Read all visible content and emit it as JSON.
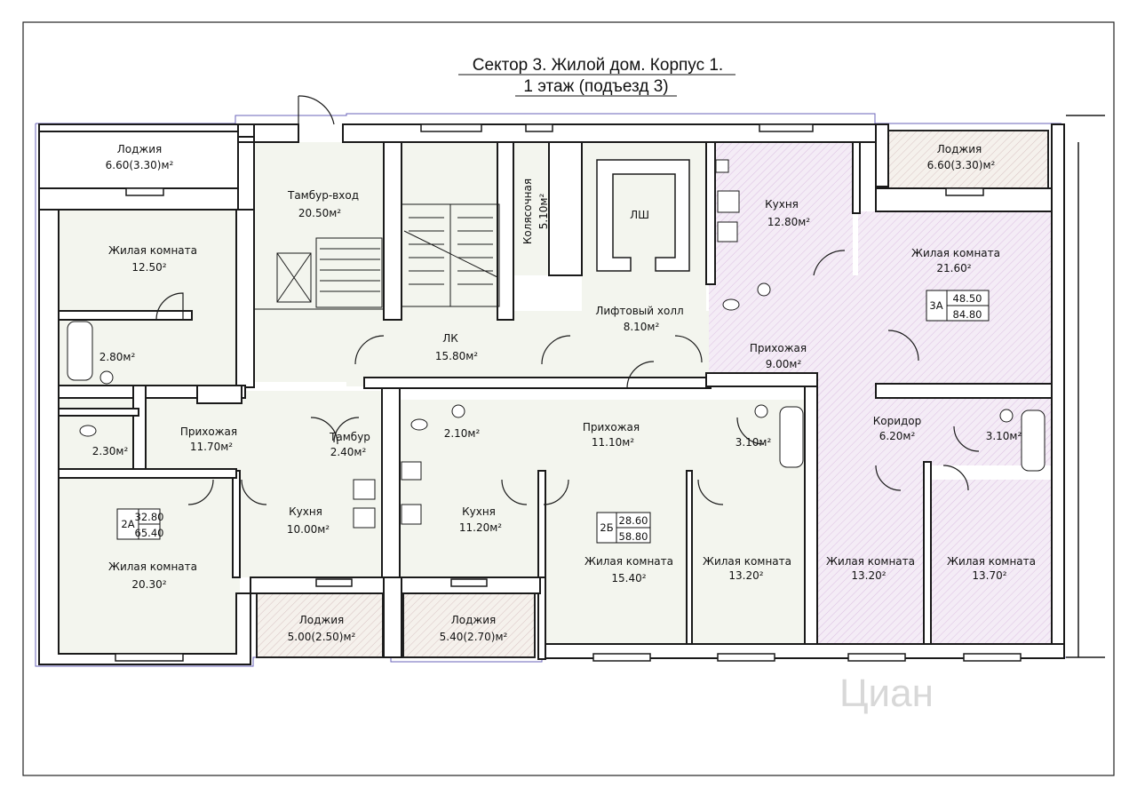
{
  "title": {
    "line1": "Сектор 3. Жилой дом. Корпус 1.",
    "line2": "1 этаж (подъезд 3)"
  },
  "watermark": "Циан",
  "colors": {
    "wall": "#1a1a1a",
    "apartment_fill": "#f3f5ee",
    "highlight_fill": "#f4ecf6",
    "highlight_hatch": "#d9b6df",
    "loggia_fill": "#f5f1ec",
    "loggia_hatch": "#d8c3c3",
    "window_frame": "#6a63b8"
  },
  "rooms": [
    {
      "name": "Лоджия",
      "area": "6.60(3.30)м²"
    },
    {
      "name": "Жилая комната",
      "area": "12.50²"
    },
    {
      "name": "",
      "area": "2.80м²"
    },
    {
      "name": "",
      "area": "2.30м²"
    },
    {
      "name": "Прихожая",
      "area": "11.70м²"
    },
    {
      "name": "Жилая комната",
      "area": "20.30²"
    },
    {
      "name": "Тамбур-вход",
      "area": "20.50м²"
    },
    {
      "name": "Тамбур",
      "area": "2.40м²"
    },
    {
      "name": "ЛК",
      "area": "15.80м²"
    },
    {
      "name": "Кухня",
      "area": "10.00м²"
    },
    {
      "name": "Лоджия",
      "area": "5.00(2.50)м²"
    },
    {
      "name": "Кухня",
      "area": "11.20м²"
    },
    {
      "name": "Лоджия",
      "area": "5.40(2.70)м²"
    },
    {
      "name": "",
      "area": "2.10м²"
    },
    {
      "name": "Прихожая",
      "area": "11.10м²"
    },
    {
      "name": "",
      "area": "3.10м²"
    },
    {
      "name": "Жилая комната",
      "area": "15.40²"
    },
    {
      "name": "Жилая комната",
      "area": "13.20²"
    },
    {
      "name": "Лифтовый холл",
      "area": "8.10м²"
    },
    {
      "name": "ЛШ",
      "area": ""
    },
    {
      "name": "Колясочная",
      "area": "5.10м²"
    },
    {
      "name": "Кухня",
      "area": "12.80м²"
    },
    {
      "name": "Прихожая",
      "area": "9.00м²"
    },
    {
      "name": "Лоджия",
      "area": "6.60(3.30)м²"
    },
    {
      "name": "Жилая комната",
      "area": "21.60²"
    },
    {
      "name": "Коридор",
      "area": "6.20м²"
    },
    {
      "name": "",
      "area": "3.10м²"
    },
    {
      "name": "Жилая комната",
      "area": "13.20²"
    },
    {
      "name": "Жилая комната",
      "area": "13.70²"
    }
  ],
  "apartments": [
    {
      "code": "2А",
      "living": "32.80",
      "total": "65.40"
    },
    {
      "code": "2Б",
      "living": "28.60",
      "total": "58.80"
    },
    {
      "code": "3А",
      "living": "48.50",
      "total": "84.80"
    }
  ]
}
